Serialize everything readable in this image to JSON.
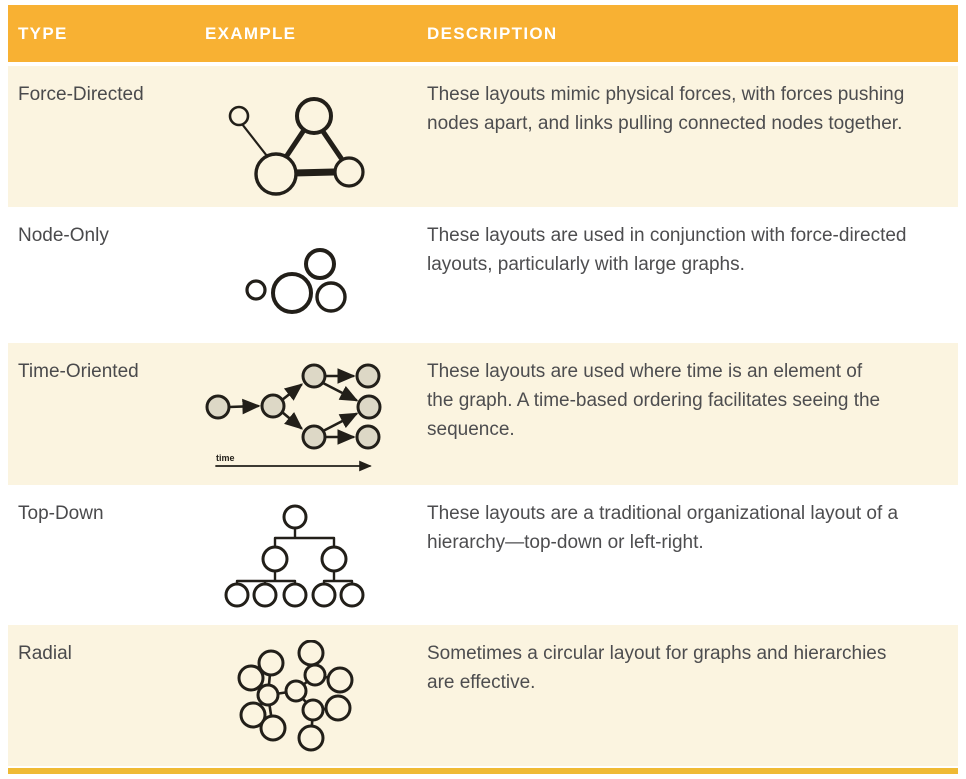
{
  "colors": {
    "header_bg": "#F8B133",
    "row_cream_bg": "#FBF4E0",
    "row_white_bg": "#FFFFFF",
    "bottom_bar": "#EFBA35",
    "header_text": "#FFFFFF",
    "body_text": "#4D4D4F",
    "sketch_stroke": "#221F19",
    "time_node_fill": "#DDD8C6"
  },
  "table": {
    "headers": [
      {
        "label": "TYPE"
      },
      {
        "label": "EXAMPLE"
      },
      {
        "label": "DESCRIPTION"
      }
    ],
    "rows": [
      {
        "type": "Force-Directed",
        "example_icon": "force-directed-sketch",
        "description": "These layouts mimic physical forces, with forces pushing\nnodes apart, and links pulling connected nodes together."
      },
      {
        "type": "Node-Only",
        "example_icon": "node-only-sketch",
        "description": "These layouts are used in conjunction with force-directed\nlayouts, particularly with large graphs."
      },
      {
        "type": "Time-Oriented",
        "example_icon": "time-oriented-sketch",
        "example_label": "time",
        "description": "These layouts are used where time is an element of\nthe graph. A time-based ordering facilitates seeing the\nsequence."
      },
      {
        "type": "Top-Down",
        "example_icon": "top-down-sketch",
        "description": "These layouts are a traditional organizational layout of a\nhierarchy—top-down or left-right."
      },
      {
        "type": "Radial",
        "example_icon": "radial-sketch",
        "description": "Sometimes a circular layout for graphs and hierarchies\nare effective."
      }
    ]
  }
}
